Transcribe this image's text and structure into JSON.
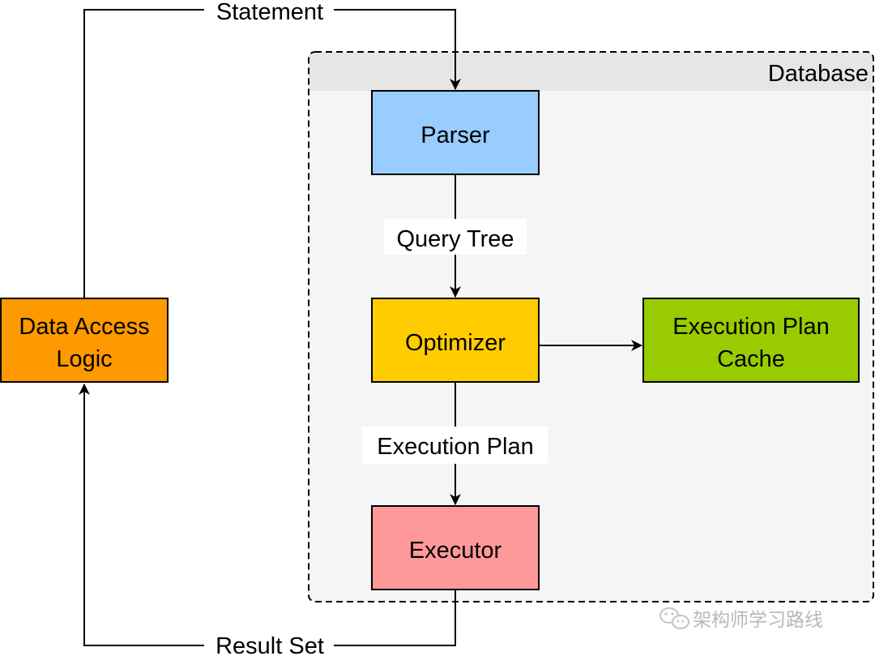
{
  "diagram": {
    "container": {
      "label": "Database"
    },
    "nodes": {
      "data_access": {
        "line1": "Data Access",
        "line2": "Logic",
        "color": "#FF9900"
      },
      "parser": {
        "label": "Parser",
        "color": "#99CCFF"
      },
      "optimizer": {
        "label": "Optimizer",
        "color": "#FFCC00"
      },
      "executor": {
        "label": "Executor",
        "color": "#FF9999"
      },
      "plan_cache": {
        "line1": "Execution Plan",
        "line2": "Cache",
        "color": "#99CC00"
      }
    },
    "edges": {
      "statement": "Statement",
      "query_tree": "Query Tree",
      "execution_plan": "Execution Plan",
      "result_set": "Result Set"
    }
  },
  "watermark": {
    "text": "架构师学习路线"
  }
}
